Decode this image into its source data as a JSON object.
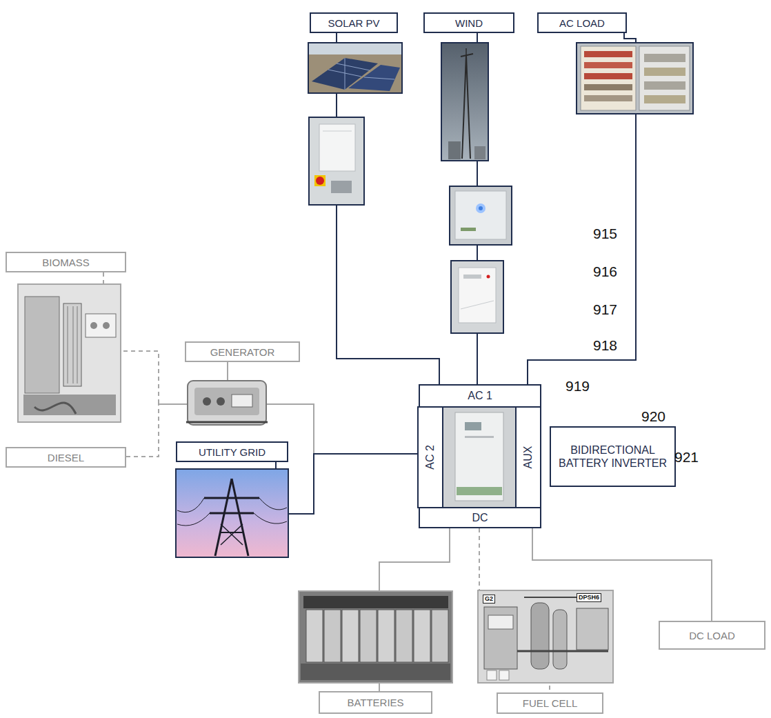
{
  "diagram": {
    "nodes": [
      {
        "text": [
          "SOLAR PV"
        ]
      },
      {
        "text": [
          "WIND"
        ]
      },
      {
        "text": [
          "AC LOAD"
        ]
      },
      {
        "text": [
          "BIOMASS"
        ]
      },
      {
        "text": [
          "GENERATOR"
        ]
      },
      {
        "text": [
          "AC 1"
        ]
      },
      {
        "text": [
          "BIDIRECTIONAL BATTERY INVERTER"
        ]
      },
      {
        "text": [
          "DIESEL"
        ]
      },
      {
        "text": [
          "UTILITY GRID"
        ]
      },
      {
        "text": [
          "AC 2"
        ]
      },
      {
        "text": [
          "AUX"
        ]
      },
      {
        "text": [
          "DC"
        ]
      },
      {
        "text": [
          "DC LOAD"
        ]
      },
      {
        "text": [
          "BATTERIES"
        ]
      },
      {
        "text": [
          "FUEL CELL"
        ]
      }
    ],
    "edges": [
      {
        "from": 0,
        "to": 5,
        "arrow": "none"
      },
      {
        "from": 1,
        "to": 5,
        "arrow": "none"
      },
      {
        "from": 2,
        "to": 5,
        "arrow": "none"
      },
      {
        "from": 3,
        "to": 4,
        "arrow": "none"
      },
      {
        "from": 7,
        "to": 4,
        "arrow": "none"
      },
      {
        "from": 4,
        "to": 9,
        "arrow": "none"
      },
      {
        "from": 8,
        "to": 9,
        "arrow": "none"
      },
      {
        "from": 11,
        "to": 13,
        "arrow": "none"
      },
      {
        "from": 11,
        "to": 14,
        "arrow": "none"
      },
      {
        "from": 11,
        "to": 12,
        "arrow": "none"
      }
    ],
    "labels": [
      "915",
      "916",
      "917",
      "918",
      "919",
      "920",
      "921",
      "G2",
      "DPSH6"
    ]
  }
}
